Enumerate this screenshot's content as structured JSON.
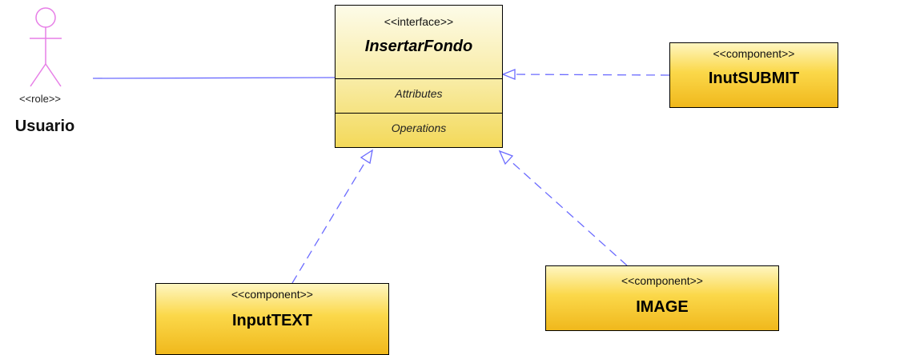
{
  "actor": {
    "stereotype": "<<role>>",
    "name": "Usuario"
  },
  "interface": {
    "stereotype": "<<interface>>",
    "name": "InsertarFondo",
    "attributes_label": "Attributes",
    "operations_label": "Operations"
  },
  "components": {
    "submit": {
      "stereotype": "<<component>>",
      "name": "InutSUBMIT"
    },
    "text": {
      "stereotype": "<<component>>",
      "name": "InputTEXT"
    },
    "image": {
      "stereotype": "<<component>>",
      "name": "IMAGE"
    }
  },
  "colors": {
    "connector": "#6b6bff",
    "actor": "#e77fe7",
    "component_fill": "#fbd84a",
    "interface_fill": "#f8eba2"
  }
}
